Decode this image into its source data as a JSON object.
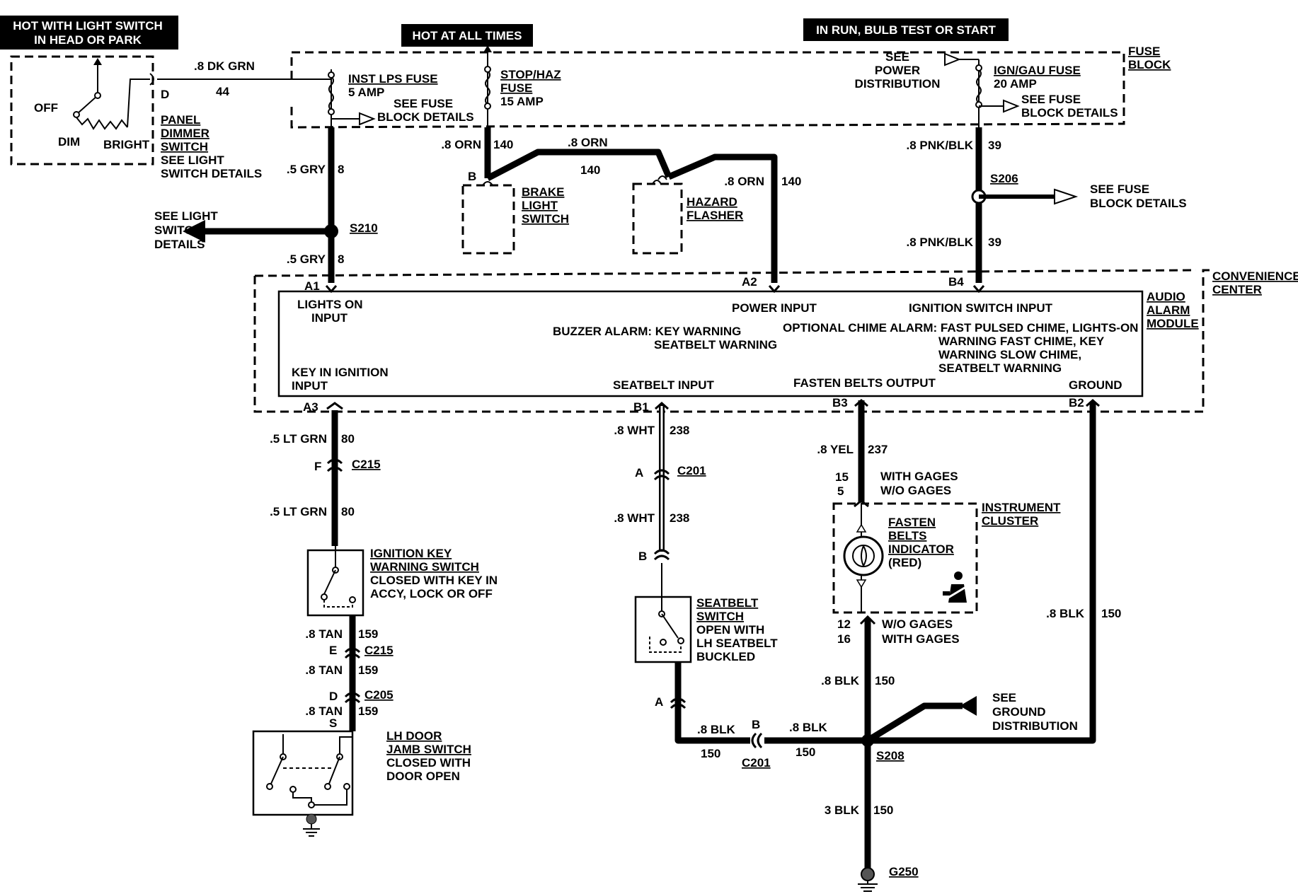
{
  "banners": {
    "hot_light_switch_1": "HOT WITH LIGHT SWITCH",
    "hot_light_switch_2": "IN HEAD OR PARK",
    "hot_all_times": "HOT AT ALL TIMES",
    "in_run": "IN RUN, BULB TEST OR START"
  },
  "fuse_block": {
    "label_1": "FUSE",
    "label_2": "BLOCK",
    "inst_lps_name": "INST LPS FUSE",
    "inst_lps_rating": "5 AMP",
    "see_fuse_1": "SEE FUSE",
    "see_fuse_2": "BLOCK DETAILS",
    "stop_haz_1": "STOP/HAZ",
    "stop_haz_2": "FUSE",
    "stop_haz_rating": "15 AMP",
    "see_power_1": "SEE",
    "see_power_2": "POWER",
    "see_power_3": "DISTRIBUTION",
    "ign_gau_name": "IGN/GAU FUSE",
    "ign_gau_rating": "20 AMP",
    "see_fuse_r1": "SEE FUSE",
    "see_fuse_r2": "BLOCK DETAILS"
  },
  "dimmer": {
    "off": "OFF",
    "dim": "DIM",
    "bright": "BRIGHT",
    "pin": "D",
    "panel_1": "PANEL",
    "panel_2": "DIMMER",
    "panel_3": "SWITCH",
    "see_1": "SEE LIGHT",
    "see_2": "SWITCH DETAILS"
  },
  "wires": {
    "dk_grn": ".8 DK GRN",
    "dk_grn_num": "44",
    "gry_top": ".5 GRY",
    "gry_top_num": "8",
    "gry_bot": ".5 GRY",
    "gry_bot_num": "8",
    "orn_1": ".8 ORN",
    "orn_1_num": "140",
    "orn_2": ".8 ORN",
    "orn_2_num": "140",
    "orn_3": ".8 ORN",
    "orn_3_num": "140",
    "pnk_1": ".8 PNK/BLK",
    "pnk_1_num": "39",
    "pnk_2": ".8 PNK/BLK",
    "pnk_2_num": "39",
    "ltgrn_1": ".5 LT GRN",
    "ltgrn_1_num": "80",
    "ltgrn_2": ".5 LT GRN",
    "ltgrn_2_num": "80",
    "tan_1": ".8 TAN",
    "tan_1_num": "159",
    "tan_2": ".8 TAN",
    "tan_2_num": "159",
    "tan_3": ".8 TAN",
    "tan_3_num": "159",
    "wht_1": ".8 WHT",
    "wht_1_num": "238",
    "wht_2": ".8 WHT",
    "wht_2_num": "238",
    "yel": ".8 YEL",
    "yel_num": "237",
    "blk_ic": ".8 BLK",
    "blk_ic_num": "150",
    "blk_gnd": ".8 BLK",
    "blk_gnd_num": "150",
    "blk_h1": ".8 BLK",
    "blk_h1_num": "150",
    "blk_h2": ".8 BLK",
    "blk_h2_num": "150",
    "blk_3": "3 BLK",
    "blk_3_num": "150"
  },
  "splices": {
    "s210": "S210",
    "s206": "S206",
    "s208": "S208",
    "g250": "G250"
  },
  "see_light": [
    "SEE LIGHT",
    "SWITCH",
    "DETAILS"
  ],
  "see_fuse_s206": [
    "SEE FUSE",
    "BLOCK DETAILS"
  ],
  "brake": {
    "pin": "B",
    "l1": "BRAKE",
    "l2": "LIGHT",
    "l3": "SWITCH"
  },
  "hazard": {
    "l1": "HAZARD",
    "l2": "FLASHER"
  },
  "module": {
    "conv_1": "CONVENIENCE",
    "conv_2": "CENTER",
    "audio_1": "AUDIO",
    "audio_2": "ALARM",
    "audio_3": "MODULE",
    "pin_a1": "A1",
    "pin_a2": "A2",
    "pin_b4": "B4",
    "pin_a3": "A3",
    "pin_b1": "B1",
    "pin_b3": "B3",
    "pin_b2": "B2",
    "lights_on_1": "LIGHTS ON",
    "lights_on_2": "INPUT",
    "power_input": "POWER INPUT",
    "ign_input": "IGNITION SWITCH INPUT",
    "buzzer_1": "BUZZER ALARM: KEY WARNING",
    "buzzer_2": "SEATBELT WARNING",
    "chime_1": "OPTIONAL CHIME ALARM: FAST PULSED CHIME, LIGHTS-ON",
    "chime_2": "WARNING FAST CHIME, KEY",
    "chime_3": "WARNING SLOW CHIME,",
    "chime_4": "SEATBELT WARNING",
    "key_in_1": "KEY IN IGNITION",
    "key_in_2": "INPUT",
    "seatbelt_input": "SEATBELT INPUT",
    "fasten_output": "FASTEN BELTS OUTPUT",
    "ground": "GROUND"
  },
  "connectors": {
    "f": "F",
    "c215_top": "C215",
    "e": "E",
    "c215_bot": "C215",
    "d": "D",
    "c205": "C205",
    "s": "S",
    "a_c201": "A",
    "c201_v": "C201",
    "b_c201": "B",
    "a_sb": "A",
    "b_h": "B",
    "c201_h": "C201"
  },
  "ign_key": {
    "l1": "IGNITION KEY",
    "l2": "WARNING SWITCH",
    "l3": "CLOSED WITH KEY IN",
    "l4": "ACCY, LOCK OR OFF"
  },
  "door": {
    "l1": "LH DOOR",
    "l2": "JAMB SWITCH",
    "l3": "CLOSED WITH",
    "l4": "DOOR OPEN"
  },
  "seatbelt": {
    "l1": "SEATBELT",
    "l2": "SWITCH",
    "l3": "OPEN WITH",
    "l4": "LH SEATBELT",
    "l5": "BUCKLED"
  },
  "cluster": {
    "pin_15": "15",
    "pin_5": "5",
    "with_gages": "WITH GAGES",
    "wo_gages": "W/O GAGES",
    "ic_1": "INSTRUMENT",
    "ic_2": "CLUSTER",
    "fasten_1": "FASTEN",
    "fasten_2": "BELTS",
    "fasten_3": "INDICATOR",
    "fasten_4": "(RED)",
    "pin_12": "12",
    "pin_16": "16",
    "wo_gages_b": "W/O GAGES",
    "with_gages_b": "WITH GAGES"
  },
  "ground_dist": [
    "SEE",
    "GROUND",
    "DISTRIBUTION"
  ]
}
